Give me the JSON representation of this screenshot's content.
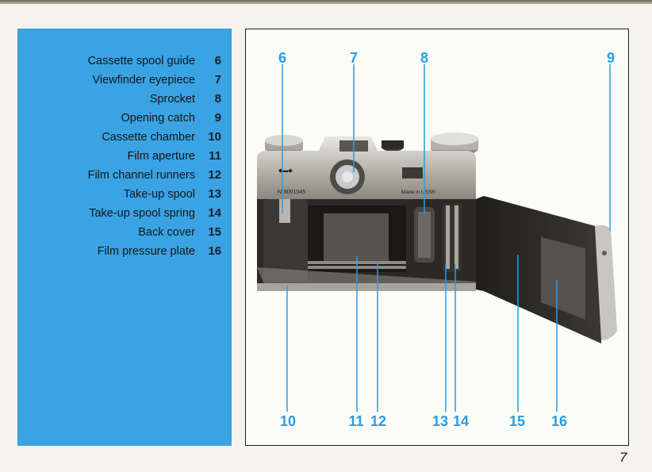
{
  "legend": [
    {
      "label": "Cassette spool guide",
      "num": "6"
    },
    {
      "label": "Viewfinder eyepiece",
      "num": "7"
    },
    {
      "label": "Sprocket",
      "num": "8"
    },
    {
      "label": "Opening catch",
      "num": "9"
    },
    {
      "label": "Cassette chamber",
      "num": "10"
    },
    {
      "label": "Film aperture",
      "num": "11"
    },
    {
      "label": "Film channel runners",
      "num": "12"
    },
    {
      "label": "Take-up spool",
      "num": "13"
    },
    {
      "label": "Take-up spool spring",
      "num": "14"
    },
    {
      "label": "Back cover",
      "num": "15"
    },
    {
      "label": "Film pressure plate",
      "num": "16"
    }
  ],
  "photo": {
    "top_callouts": [
      "6",
      "7",
      "8",
      "9"
    ],
    "bottom_callouts": [
      "10",
      "11",
      "12",
      "13",
      "14",
      "15",
      "16"
    ],
    "camera_markings": {
      "serial": "N°8001045",
      "made_in": "Made in USSR"
    }
  },
  "page_number": "7",
  "colors": {
    "panel": "#3aa3e3",
    "callout": "#2b9de0",
    "text": "#15161a"
  }
}
